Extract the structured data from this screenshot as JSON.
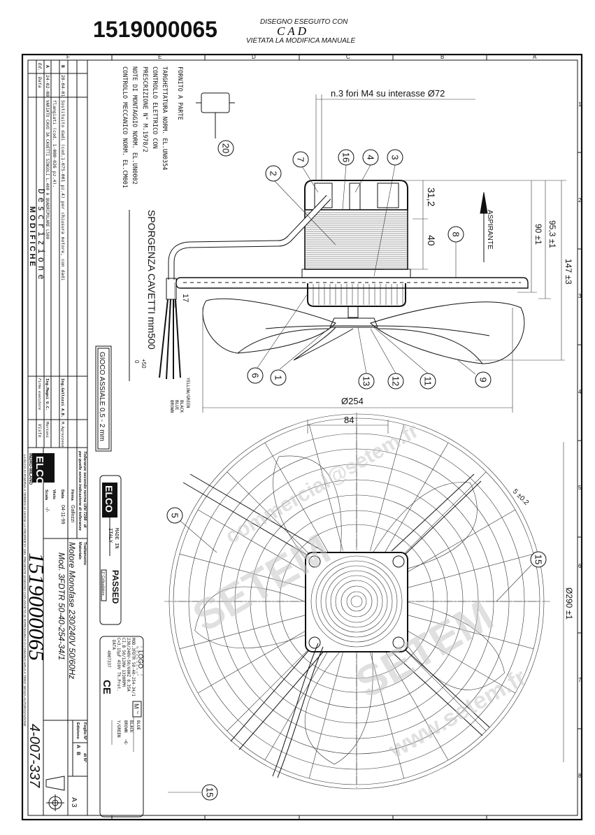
{
  "header": {
    "drawing_number": "1519000065",
    "cad_line1": "DISEGNO ESEGUITO CON",
    "cad_line2": "CAD",
    "cad_line3": "VIETATA LA MODIFICA MANUALE"
  },
  "frame": {
    "columns": [
      "F",
      "E",
      "D",
      "C",
      "B",
      "A"
    ],
    "rows": [
      "1",
      "2",
      "3",
      "4",
      "5",
      "6",
      "7",
      "8"
    ]
  },
  "notes": {
    "supplied_separately": "FORNITO A PARTE",
    "labelling": "TARGHETTATURA  NORM. EL.UN0354",
    "electrical_check": "CONTROLLO ELETTRICO CON",
    "prescription": "PRESCRIZIONE N° M.1978/2",
    "assembly_notes": "NOTE DI MONTAGGIO NORM.   EL.UN0002",
    "mechanical_check": "CONTROLLO MECCANICO NORM.   EL.CM001",
    "cable_protrusion": "SPORGENZA CAVETTI mm500",
    "cable_tol_plus": "+50",
    "cable_tol_minus": "0",
    "axial_play": "GIOCO ASSIALE  0,5 - 2 mm"
  },
  "revisions": {
    "title": "MODIFICHE",
    "col_ed": "Ed.",
    "col_date": "Data",
    "col_description": "Descrizione",
    "col_signature": "Firma esecutore",
    "col_approved": "Visto",
    "rows": [
      {
        "ed": "B",
        "date": "28-04-01",
        "line1": "Sostituito dadi (cod.1-075-001 pz.4) per chiusura motore, con dadi",
        "line2": "flangiati (cod. 1-000-026 pz.4).",
        "signed": "Ing.Gallozzi A.B.",
        "approved": "M.Agrezzese"
      },
      {
        "ed": "A",
        "date": "24-02-00",
        "line1": "VARIATO CAVO 3A CAVETTI SINGOLI L.400 A QUADRIPOLARE L500",
        "line2": "",
        "signed": "Ing.Magni U.C.",
        "approved": "Morioni"
      }
    ]
  },
  "title_block": {
    "company": "ELCO",
    "company_city": "INDRO-MILANO",
    "tolerance_line1": "Tolleranze secondo norma UNI 7298 - di",
    "tolerance_line2": "per quelle senza indicazione di tolleranze",
    "treatment_label": "Trattamento",
    "material_label": "Materiale",
    "signature_label": "Firma",
    "signature_value": "Gallozzi",
    "date_label": "Data",
    "date_value": "04-11-99",
    "approved_label": "Visto",
    "scale_label": "Scala",
    "scale_value": "-/-",
    "description": "Motore Monofase 230/240V 50/60Hz",
    "model": "Mod. 3FDTR 50-40-254-34/1",
    "drawing_number": "1519000065",
    "sheet_label": "Foglio N°",
    "edition_label": "Edizione",
    "editions": [
      "A",
      "B"
    ],
    "of_label": "di N°",
    "code": "4-007-337",
    "format": "A 3",
    "legal_notice": "LA ELCO SI RISERVA A TERMINI DI LEGGE LA PROPRIETA' DEL PRESENTE DISEGNO CON DIVIETO DI RIPRODURLO O COMUNICARLO A TERZI SENZA AUTORIZZAZIONE"
  },
  "labels": {
    "passed_label": {
      "brand": "ELCO",
      "made_in": "MADE IN",
      "country": "ITALY",
      "passed": "PASSED",
      "inspector": "1° Collaudatore"
    },
    "rating_plate": {
      "logo": "LOGO",
      "ce": "CE",
      "lines": [
        "MOD.3FDTR 50-40-254-34/1",
        "230/240V~50/60HZ 0.35A",
        "CI.B   50/120W  1330RPM",
        "C=3.15μF 450V  Th.Prot.",
        "DATA",
        "4007337"
      ],
      "motor_symbol": "M",
      "ac_symbol": "~",
      "wires": [
        "BLUE",
        "BLACK",
        "BROWN",
        "Y/GREEN"
      ],
      "capacitor": "C"
    }
  },
  "wire_colors": [
    "YELLOW/GREEN",
    "BLACK",
    "BLUE",
    "BROWN"
  ],
  "dimensions": {
    "holes": "n.3 fori M4  su interasse Ø72",
    "d1": "31,2",
    "d2": "40",
    "d3": "90 ±1",
    "d4": "95,3 ±1",
    "d5": "147 ±3",
    "d6": "17",
    "fan_diameter": "Ø254",
    "d7": "84",
    "d8": "5 ±0.2",
    "guard_diameter": "Ø290 ±1",
    "airflow": "ASPIRANTE"
  },
  "balloons": [
    "20",
    "2",
    "7",
    "16",
    "4",
    "3",
    "8",
    "6",
    "1",
    "13",
    "12",
    "11",
    "9",
    "5",
    "15",
    "15"
  ],
  "watermark": [
    "www.setem.fr",
    "SETEM",
    "SETEM",
    "commercial@setem.fr"
  ]
}
